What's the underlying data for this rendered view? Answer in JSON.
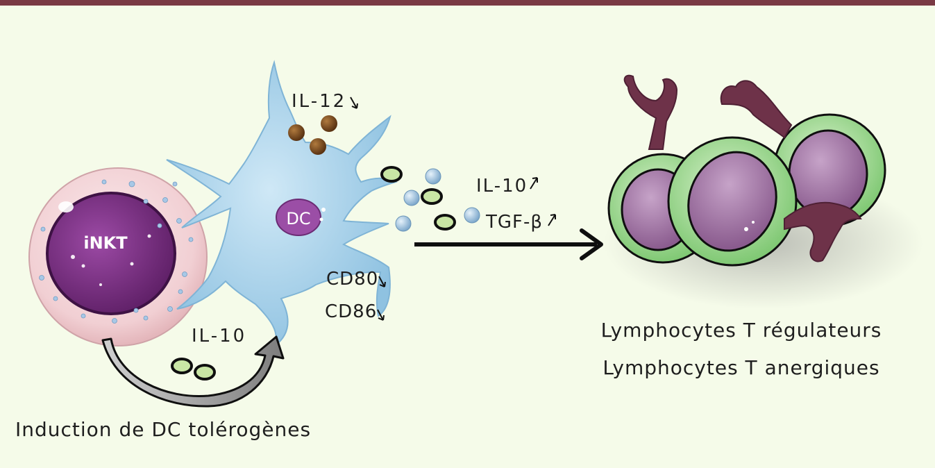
{
  "colors": {
    "background": "#f5fbe9",
    "top_bar": "#7a3a44",
    "inkt_membrane": "#f4d7da",
    "inkt_nucleus": "#7b2f83",
    "dc_body": "#a9d4ec",
    "dc_nucleus": "#9b4ea6",
    "il12_granule": "#7a4a1e",
    "il10_granule": "#c9e6a5",
    "tgf_bead": "#a7c8e3",
    "treg_outer": "#a6dc96",
    "treg_nucleus": "#a47ba6",
    "receptor": "#6e3249",
    "arrow": "#111111"
  },
  "icons": {
    "arrow_main": "right-arrow-icon",
    "arrow_feedback": "curved-feedback-arrow-icon"
  },
  "labels": {
    "inkt": "iNKT",
    "dc": "DC",
    "il12": "IL-12",
    "il10_cytokine": "IL-10",
    "il10_secreted": "IL-10",
    "tgf": "TGF-β",
    "cd80": "CD80",
    "cd86": "CD86",
    "induction_caption": "Induction de DC tolérogènes",
    "result_line1": "Lymphocytes T régulateurs",
    "result_line2": "Lymphocytes T anergiques"
  }
}
